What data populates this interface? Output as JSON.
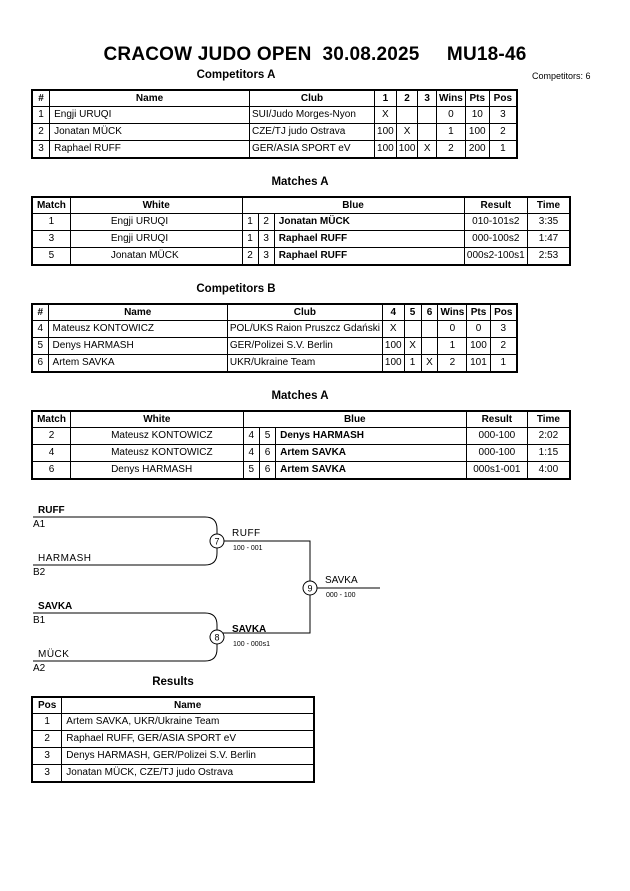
{
  "header": {
    "title": "CRACOW JUDO OPEN  30.08.2025     MU18-46",
    "competitors_count": "Competitors: 6"
  },
  "competitors_a": {
    "title": "Competitors A",
    "columns": [
      "#",
      "Name",
      "Club",
      "1",
      "2",
      "3",
      "Wins",
      "Pts",
      "Pos"
    ],
    "rows": [
      [
        "1",
        "Engji URUQI",
        "SUI/Judo Morges-Nyon",
        "X",
        "",
        "",
        "0",
        "10",
        "3"
      ],
      [
        "2",
        "Jonatan MÜCK",
        "CZE/TJ judo Ostrava",
        "100",
        "X",
        "",
        "1",
        "100",
        "2"
      ],
      [
        "3",
        "Raphael RUFF",
        "GER/ASIA SPORT eV",
        "100",
        "100",
        "X",
        "2",
        "200",
        "1"
      ]
    ]
  },
  "matches_a": {
    "title": "Matches A",
    "columns": [
      "Match",
      "White",
      "Blue",
      "Result",
      "Time"
    ],
    "rows": [
      [
        "1",
        "Engji URUQI",
        "1",
        "2",
        "Jonatan MÜCK",
        "010-101s2",
        "3:35"
      ],
      [
        "3",
        "Engji URUQI",
        "1",
        "3",
        "Raphael RUFF",
        "000-100s2",
        "1:47"
      ],
      [
        "5",
        "Jonatan MÜCK",
        "2",
        "3",
        "Raphael RUFF",
        "000s2-100s1",
        "2:53"
      ]
    ]
  },
  "competitors_b": {
    "title": "Competitors B",
    "columns": [
      "#",
      "Name",
      "Club",
      "4",
      "5",
      "6",
      "Wins",
      "Pts",
      "Pos"
    ],
    "rows": [
      [
        "4",
        "Mateusz KONTOWICZ",
        "POL/UKS Raion Pruszcz Gdański",
        "X",
        "",
        "",
        "0",
        "0",
        "3"
      ],
      [
        "5",
        "Denys HARMASH",
        "GER/Polizei S.V. Berlin",
        "100",
        "X",
        "",
        "1",
        "100",
        "2"
      ],
      [
        "6",
        "Artem SAVKA",
        "UKR/Ukraine Team",
        "100",
        "1",
        "X",
        "2",
        "101",
        "1"
      ]
    ]
  },
  "matches_b": {
    "title": "Matches A",
    "columns": [
      "Match",
      "White",
      "Blue",
      "Result",
      "Time"
    ],
    "rows": [
      [
        "2",
        "Mateusz KONTOWICZ",
        "4",
        "5",
        "Denys HARMASH",
        "000-100",
        "2:02"
      ],
      [
        "4",
        "Mateusz KONTOWICZ",
        "4",
        "6",
        "Artem SAVKA",
        "000-100",
        "1:15"
      ],
      [
        "6",
        "Denys HARMASH",
        "5",
        "6",
        "Artem SAVKA",
        "000s1-001",
        "4:00"
      ]
    ]
  },
  "bracket": {
    "sf1_top_name": "RUFF",
    "sf1_top_seed": "A1",
    "sf1_bottom_name": "HARMASH",
    "sf1_bottom_seed": "B2",
    "sf1_match": "7",
    "sf1_winner": "RUFF",
    "sf1_score": "100 - 001",
    "sf2_top_name": "SAVKA",
    "sf2_top_seed": "B1",
    "sf2_bottom_name": "MÜCK",
    "sf2_bottom_seed": "A2",
    "sf2_match": "8",
    "sf2_winner": "SAVKA",
    "sf2_score": "100 - 000s1",
    "final_match": "9",
    "final_winner": "SAVKA",
    "final_score": "000 - 100"
  },
  "results": {
    "title": "Results",
    "columns": [
      "Pos",
      "Name"
    ],
    "rows": [
      [
        "1",
        "Artem SAVKA, UKR/Ukraine Team"
      ],
      [
        "2",
        "Raphael RUFF, GER/ASIA SPORT eV"
      ],
      [
        "3",
        "Denys HARMASH, GER/Polizei S.V. Berlin"
      ],
      [
        "3",
        "Jonatan MÜCK, CZE/TJ judo Ostrava"
      ]
    ]
  }
}
